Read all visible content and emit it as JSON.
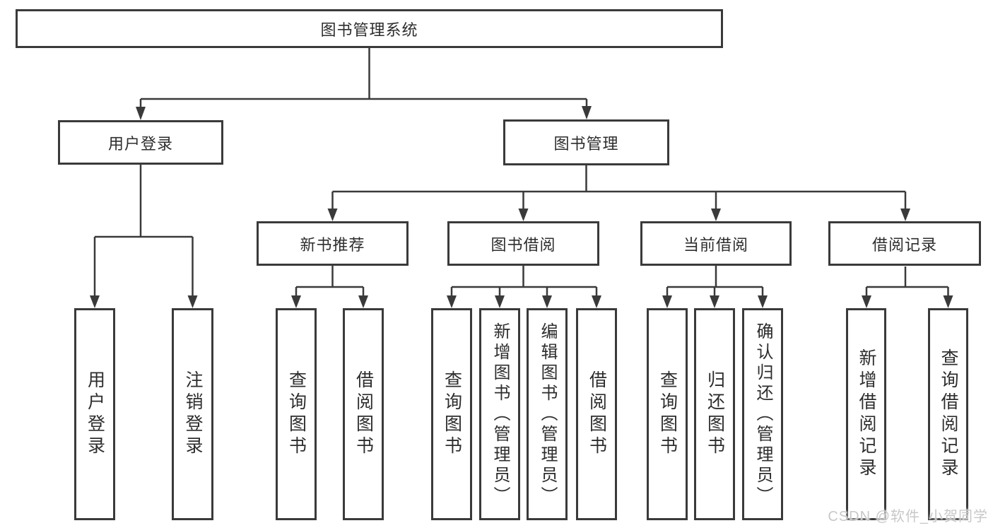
{
  "colors": {
    "line": "#3a3a3a",
    "text": "#2d2d2d",
    "box_background": "#ffffff",
    "watermark": "#c8c8c8"
  },
  "tree": {
    "root": {
      "label": "图书管理系统"
    },
    "branches": [
      {
        "label": "用户登录",
        "children": [
          {
            "label": "用户登录"
          },
          {
            "label": "注销登录"
          }
        ]
      },
      {
        "label": "图书管理",
        "children": [
          {
            "label": "新书推荐",
            "children": [
              {
                "label": "查询图书"
              },
              {
                "label": "借阅图书"
              }
            ]
          },
          {
            "label": "图书借阅",
            "children": [
              {
                "label": "查询图书"
              },
              {
                "label": "新增图书（管理员）"
              },
              {
                "label": "编辑图书（管理员）"
              },
              {
                "label": "借阅图书"
              }
            ]
          },
          {
            "label": "当前借阅",
            "children": [
              {
                "label": "查询图书"
              },
              {
                "label": "归还图书"
              },
              {
                "label": "确认归还（管理员）"
              }
            ]
          },
          {
            "label": "借阅记录",
            "children": [
              {
                "label": "新增借阅记录"
              },
              {
                "label": "查询借阅记录"
              }
            ]
          }
        ]
      }
    ]
  },
  "watermark": {
    "text": "CSDN @软件_小贺同学"
  }
}
